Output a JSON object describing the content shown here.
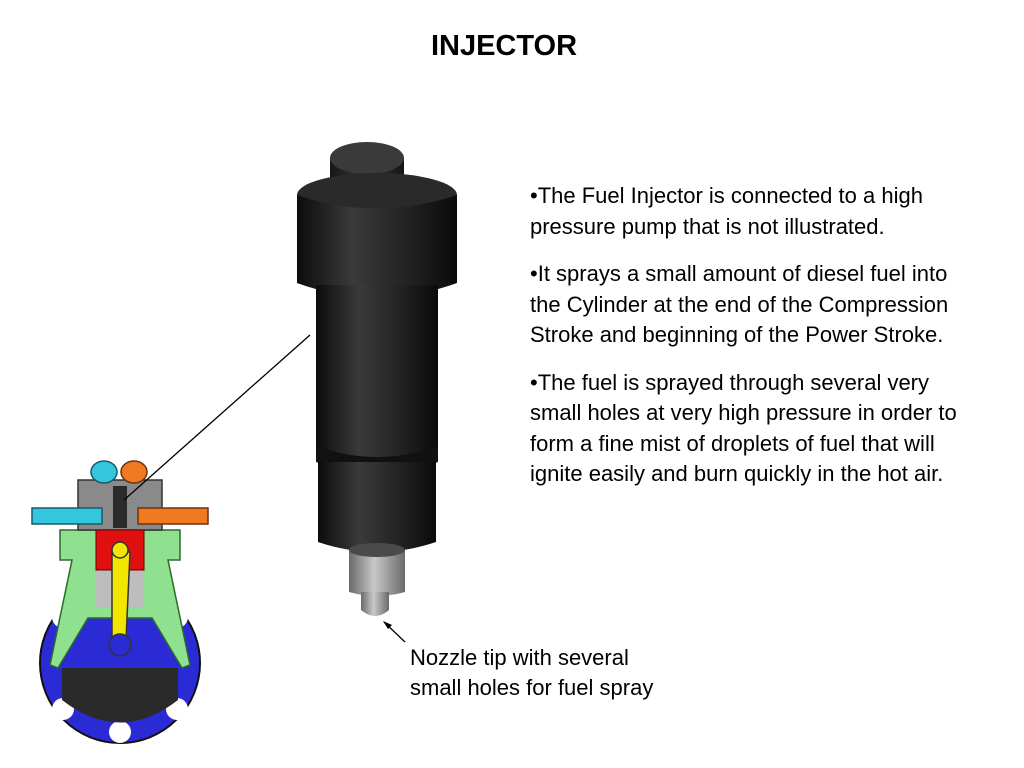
{
  "slide": {
    "title": "INJECTOR",
    "bullets": [
      "•The Fuel Injector is connected to a high pressure pump that is not illustrated.",
      "•It sprays a small amount of diesel fuel into the Cylinder at the end of the Compression Stroke and beginning of the Power Stroke.",
      "•The fuel is sprayed through several very small holes at very high pressure in order to form a fine mist of droplets of fuel that will ignite easily and burn quickly in the hot air."
    ],
    "caption": {
      "line1": "Nozzle tip with several",
      "line2": "small holes for fuel spray"
    }
  },
  "colors": {
    "injector_body": "#1e1e1e",
    "nozzle": "#9a9a9a",
    "engine_block": "#8fe08f",
    "crankcase": "#2b2bd6",
    "piston": "#e01010",
    "connecting_rod": "#f2e600",
    "intake": "#33c6dd",
    "exhaust": "#f07a22"
  }
}
